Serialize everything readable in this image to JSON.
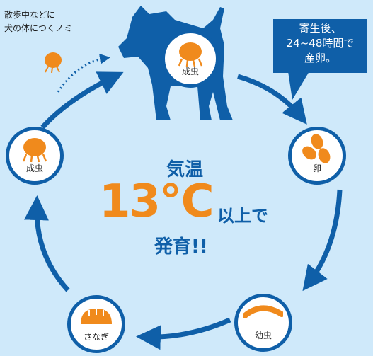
{
  "note": {
    "line1": "散歩中などに",
    "line2": "犬の体につくノミ"
  },
  "callout": {
    "line1": "寄生後、",
    "line2": "24~48時間で",
    "line3": "産卵。"
  },
  "center": {
    "line1": "気温",
    "big": "13℃",
    "suffix": "以上で",
    "line3": "発育!!"
  },
  "stages": {
    "dog_adult": "成虫",
    "egg": "卵",
    "larva": "幼虫",
    "pupa": "さなぎ",
    "adult": "成虫"
  },
  "colors": {
    "accent": "#0f5fa8",
    "orange": "#f08a1c",
    "bg": "#cfe9fa"
  }
}
